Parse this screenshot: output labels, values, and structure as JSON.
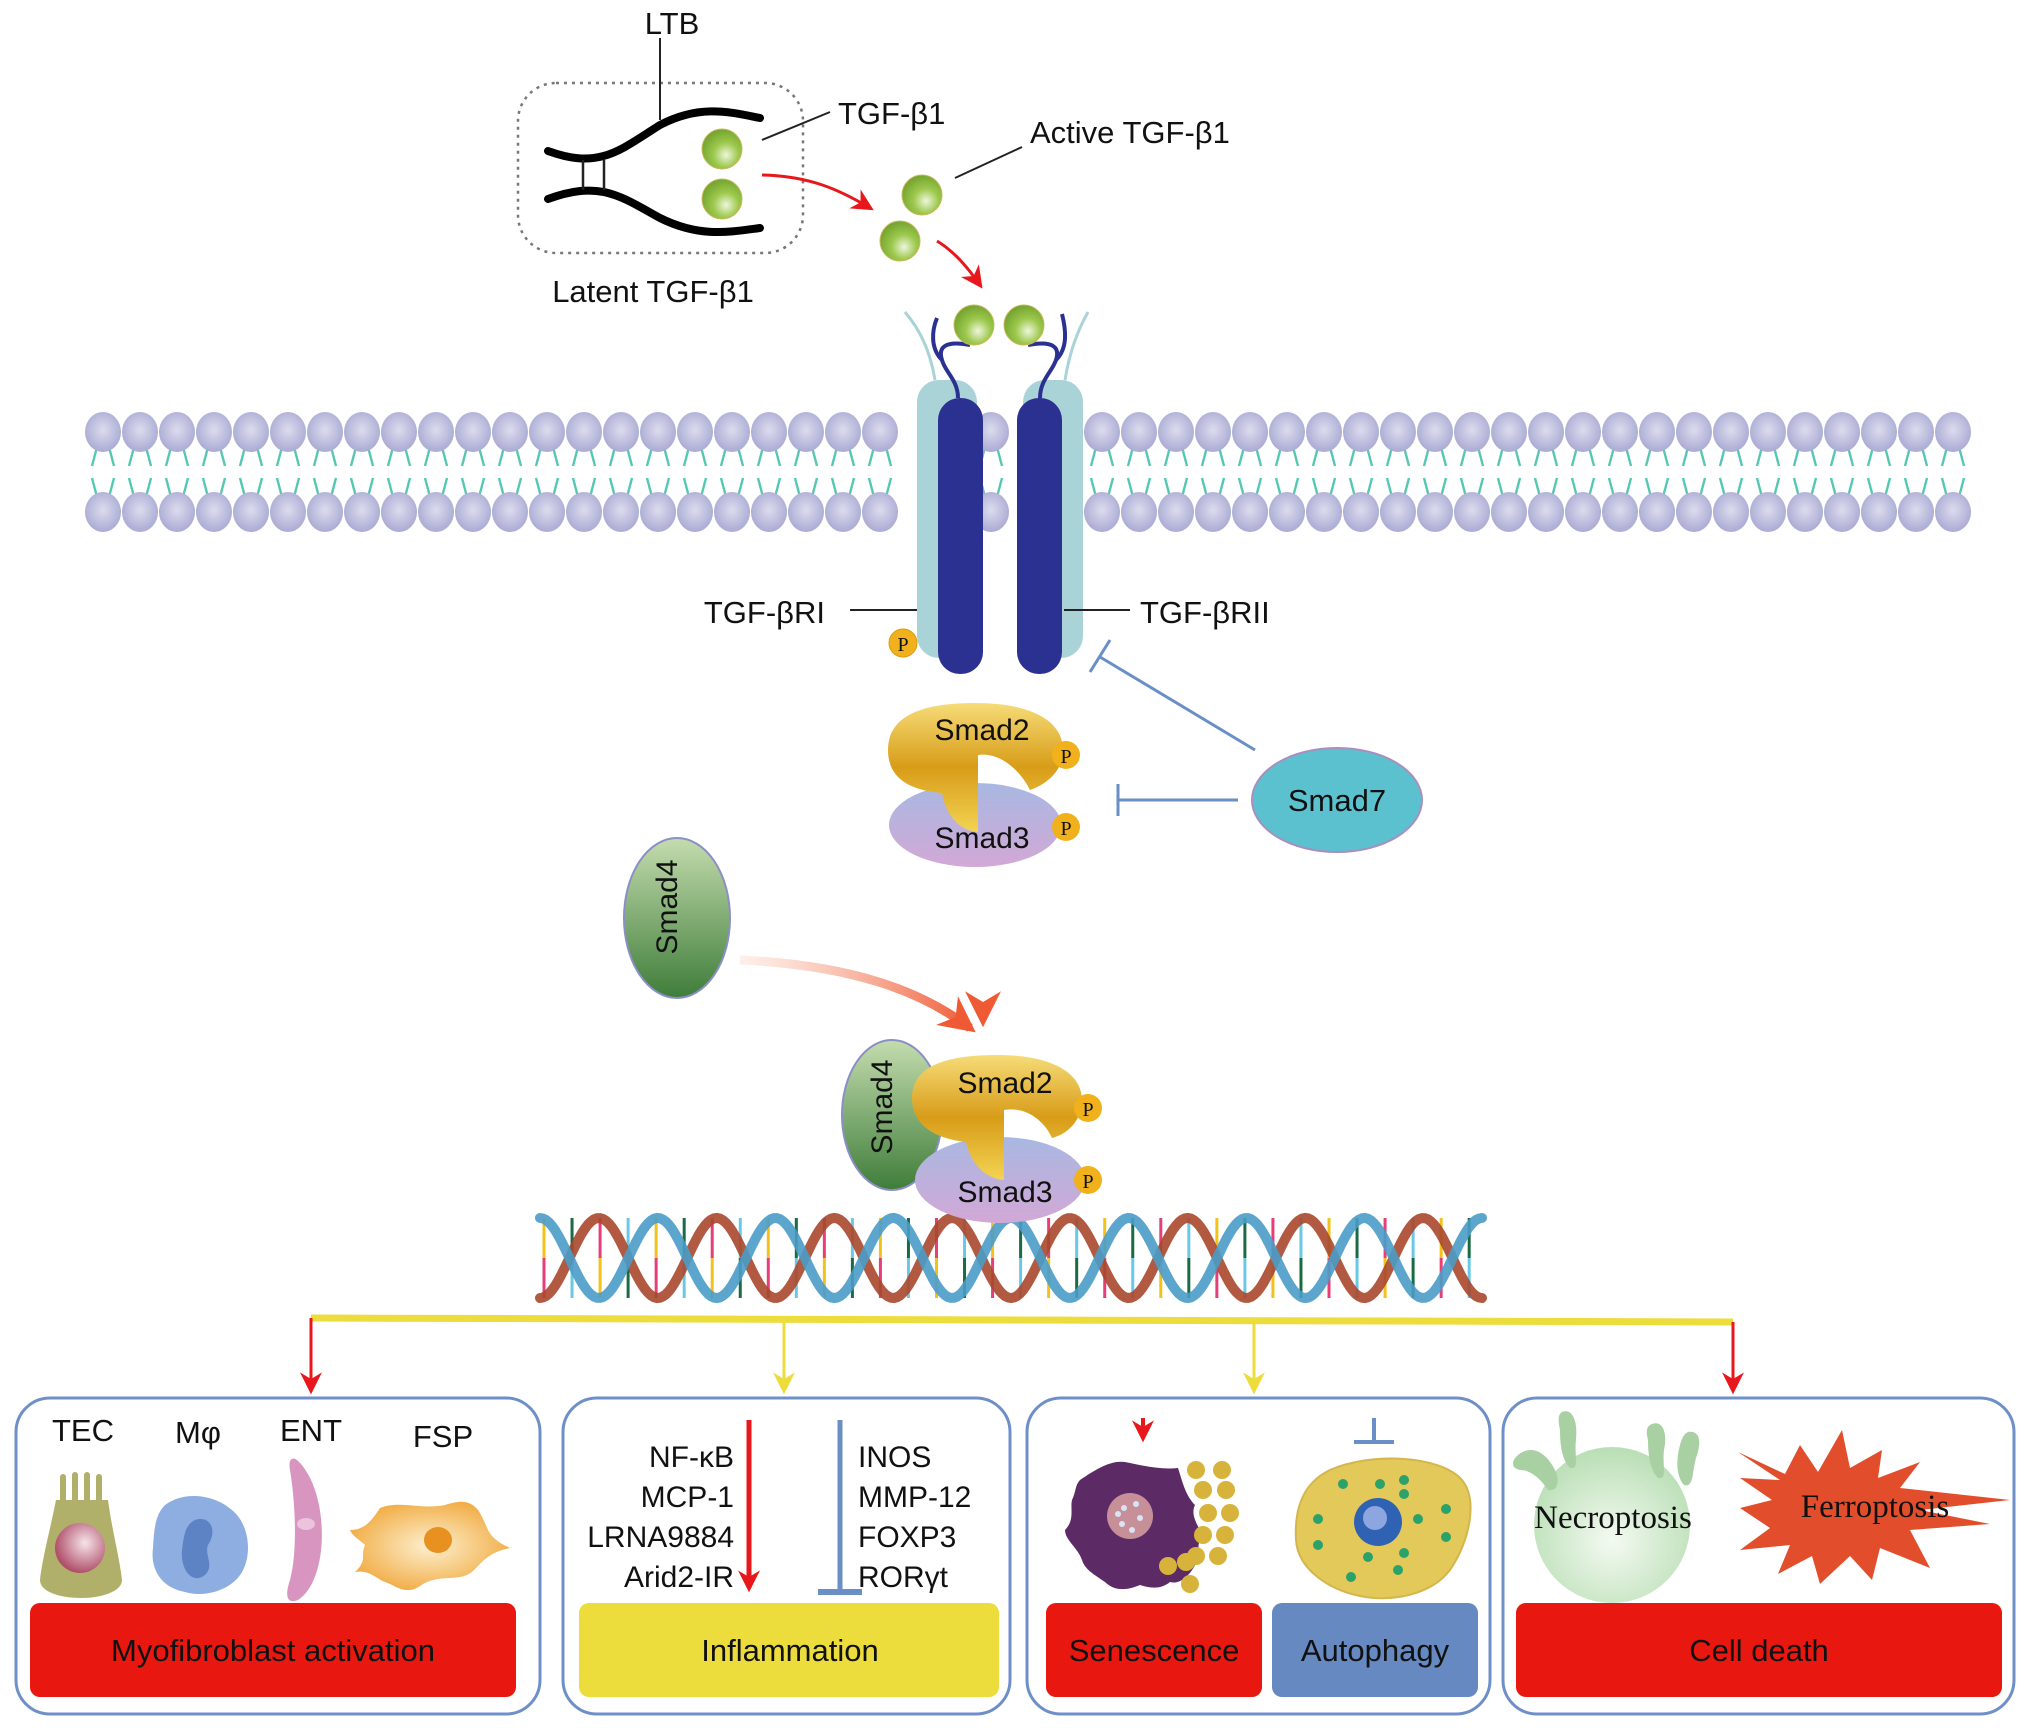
{
  "title": "TGF-β1/Smad signaling pathway",
  "extracellular": {
    "ltb_label": "LTB",
    "tgf_label": "TGF-β1",
    "latent_label": "Latent TGF-β1",
    "active_label": "Active TGF-β1"
  },
  "receptors": {
    "type1_label": "TGF-βRI",
    "type2_label": "TGF-βRII",
    "phospho_label": "P"
  },
  "smads": {
    "smad2": "Smad2",
    "smad3": "Smad3",
    "smad4": "Smad4",
    "smad7": "Smad7",
    "phospho_label": "P"
  },
  "outcomes": [
    {
      "id": "myofibroblast",
      "arrow_type": "promote",
      "cells": [
        "TEC",
        "Mφ",
        "ENT",
        "FSP"
      ],
      "bar_label": "Myofibroblast activation",
      "bar_color": "#e8170f"
    },
    {
      "id": "inflammation",
      "arrow_type": "promote",
      "promoted": [
        "NF-κB",
        "MCP-1",
        "LRNA9884",
        "Arid2-IR"
      ],
      "inhibited": [
        "INOS",
        "MMP-12",
        "FOXP3",
        "RORγt"
      ],
      "bar_label": "Inflammation",
      "bar_color": "#ecdc3c"
    },
    {
      "id": "senescence-autophagy",
      "arrow_type": "promote",
      "bars": [
        {
          "label": "Senescence",
          "color": "#e8170f",
          "effect": "promote"
        },
        {
          "label": "Autophagy",
          "color": "#6589c0",
          "effect": "inhibit"
        }
      ]
    },
    {
      "id": "cell-death",
      "arrow_type": "promote",
      "subtypes": [
        "Necroptosis",
        "Ferroptosis"
      ],
      "bar_label": "Cell death",
      "bar_color": "#e8170f"
    }
  ],
  "colors": {
    "promote_arrow": "#e8171b",
    "branch_line": "#ecdc3c",
    "inhibit_line": "#6a8fc6",
    "receptor_dark": "#2b3190",
    "receptor_light": "#a9d3d6",
    "ligand": "#8dc044",
    "smad7": "#5bc1cf",
    "box_border": "#6f8fc8"
  }
}
